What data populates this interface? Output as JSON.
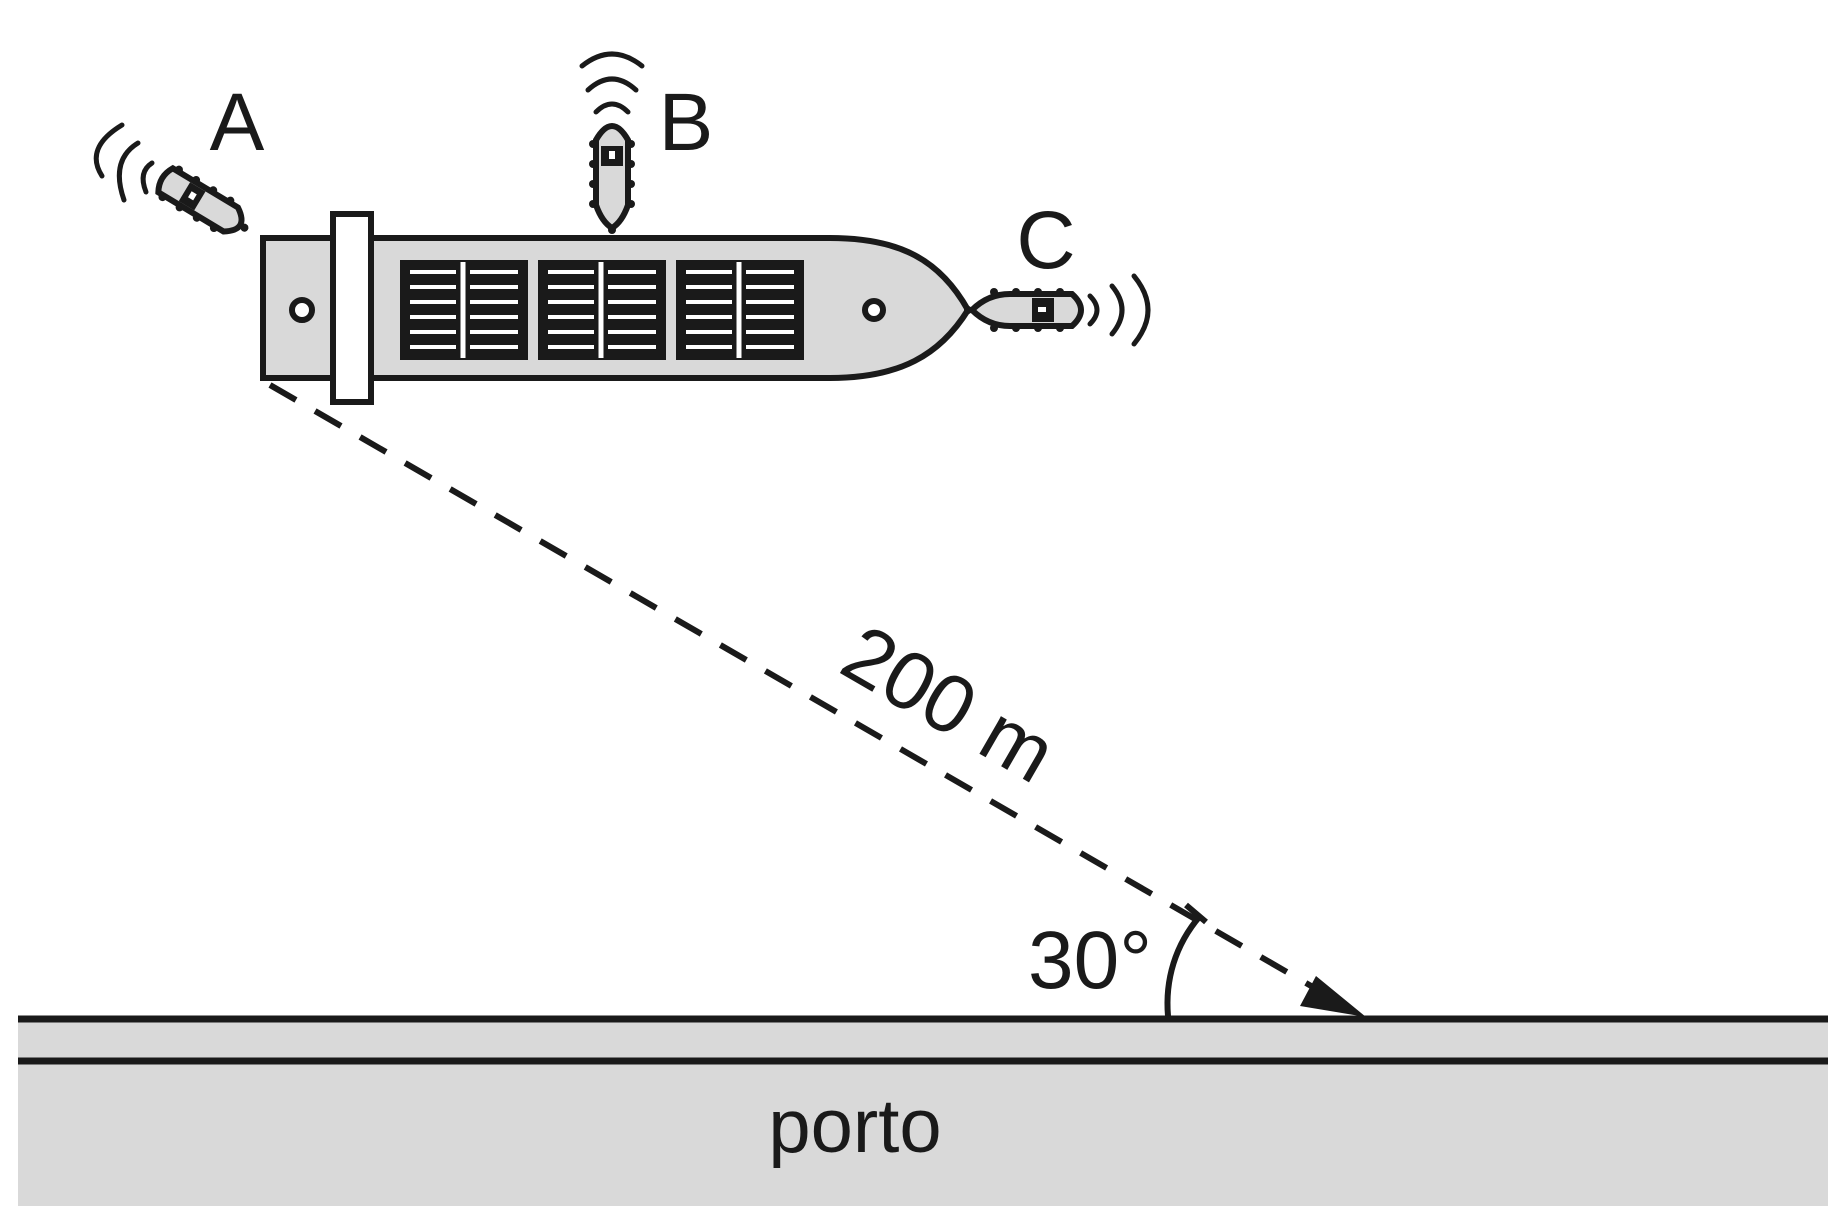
{
  "labels": {
    "tug_a": "A",
    "tug_b": "B",
    "tug_c": "C",
    "distance": "200 m",
    "angle": "30°",
    "port": "porto"
  },
  "colors": {
    "ink": "#1a1a1a",
    "hull_fill": "#d9d9d9",
    "dock_fill": "#d9d9d9",
    "background": "#ffffff"
  }
}
